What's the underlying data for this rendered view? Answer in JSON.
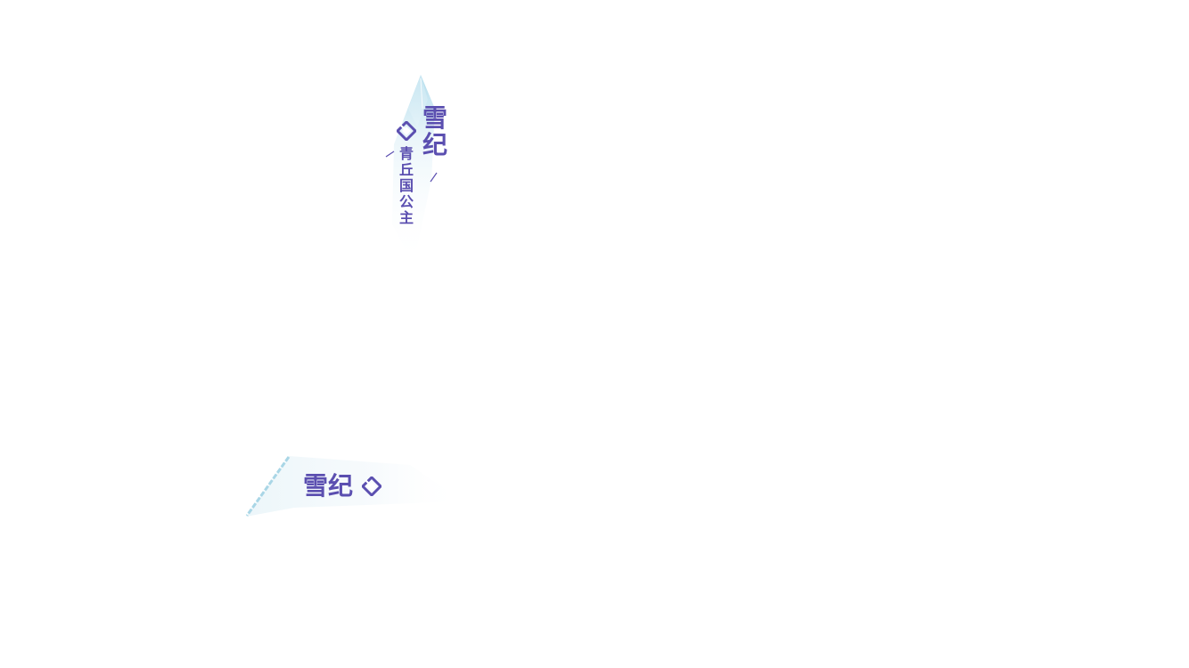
{
  "colors": {
    "accent": "#5b4fb0",
    "frost": "#bfe2ee",
    "frost_light": "#eef7fb"
  },
  "vertical_card": {
    "name": "雪纪",
    "title": "青丘国公主",
    "diamond_icon": "diamond-ornament-icon"
  },
  "horizontal_card": {
    "name": "雪纪",
    "diamond_icon": "diamond-ornament-icon"
  }
}
